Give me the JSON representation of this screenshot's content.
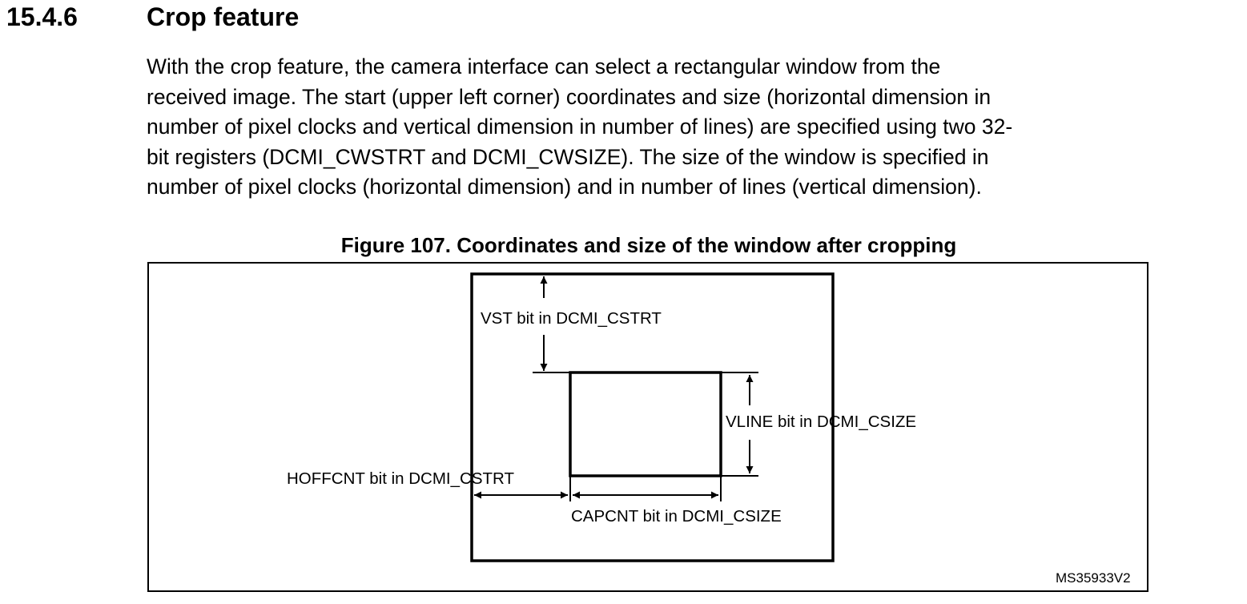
{
  "section": {
    "number": "15.4.6",
    "title": "Crop feature"
  },
  "paragraph": {
    "lines": [
      "With the crop feature, the camera interface can select a rectangular window from the",
      "received image. The start (upper left corner) coordinates and size (horizontal dimension in",
      "number of pixel clocks and vertical dimension in number of lines) are specified using two 32-",
      "bit registers (DCMI_CWSTRT and DCMI_CWSIZE). The size of the window is specified in",
      "number of pixel clocks (horizontal dimension) and in number of lines (vertical dimension)."
    ]
  },
  "figure": {
    "caption": "Figure 107. Coordinates and size of the window after cropping",
    "labels": {
      "vst": "VST bit in DCMI_CSTRT",
      "vline": "VLINE bit in DCMI_CSIZE",
      "hoffcnt": "HOFFCNT bit in DCMI_CSTRT",
      "capcnt": "CAPCNT bit in DCMI_CSIZE"
    },
    "figure_id": "MS35933V2"
  }
}
